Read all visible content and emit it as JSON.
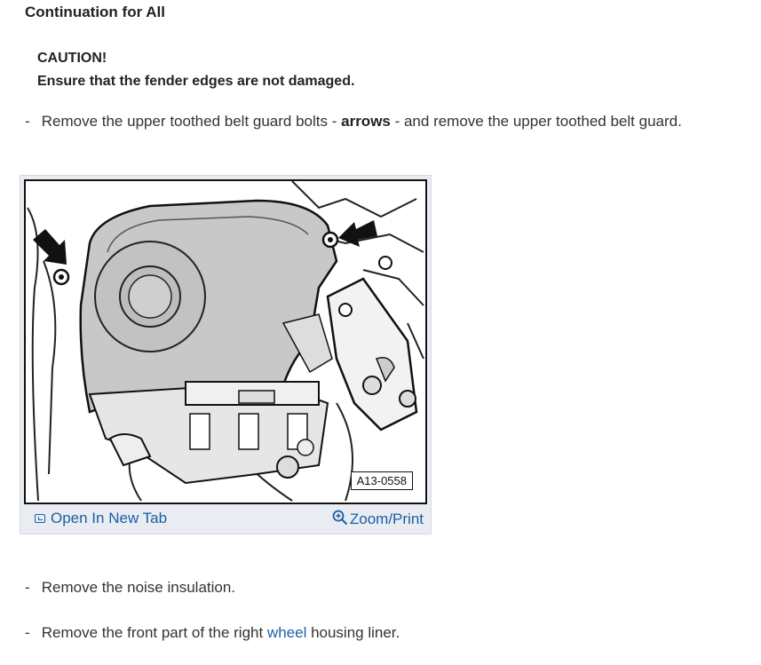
{
  "heading": "Continuation for All",
  "caution": {
    "title": "CAUTION!",
    "text": "Ensure that the fender edges are not damaged."
  },
  "steps": [
    {
      "dash": "-",
      "before": "Remove the upper toothed belt guard bolts - ",
      "bold": "arrows",
      "after": " - and remove the upper toothed belt guard."
    },
    {
      "dash": "-",
      "text": "Remove the noise insulation."
    },
    {
      "dash": "-",
      "before": "Remove the front part of the right ",
      "link": "wheel",
      "after": " housing liner."
    }
  ],
  "figure": {
    "code": "A13-0558",
    "open_tab_label": "Open In New Tab",
    "zoom_label": "Zoom/Print",
    "open_tab_icon": "open-in-new-tab-icon",
    "zoom_icon": "zoom-in-icon",
    "link_color": "#1a5fa8"
  }
}
